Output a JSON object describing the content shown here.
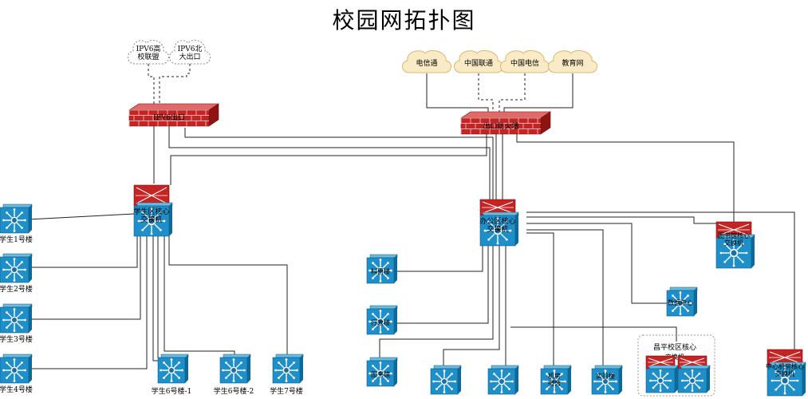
{
  "title": "校园网拓扑图",
  "colors": {
    "switch_blue": "#1E8FC8",
    "firewall_red": "#C42424",
    "cloud_fill": "#FAEBC6",
    "line": "#222222"
  },
  "ipv6_clouds": [
    "IPV6高\n校联盟",
    "IPV6北\n大出口"
  ],
  "isp_clouds": [
    "电信通",
    "中国联通",
    "中国电信",
    "教育网"
  ],
  "firewalls": {
    "ipv6": "IPV6出口",
    "main": "出口防火墙"
  },
  "core_switches": {
    "student": "学生区核心\n交换机",
    "office": "办公区核心\n交换机"
  },
  "student_left": [
    "学生1号楼",
    "学生2号楼",
    "学生3号楼",
    "学生4号楼"
  ],
  "student_bottom": [
    "学生6号楼-1",
    "学生6号楼-2",
    "学生7号楼"
  ],
  "office_left": [
    "科研楼",
    "行政楼",
    "图书馆"
  ],
  "office_bottom": [
    "",
    "",
    "机房\n宿舍",
    "实验楼"
  ],
  "right_switches": {
    "upper": "图书馆核心\n交换机",
    "mid": "数据中心",
    "far": "中心机房核心\n交换机"
  },
  "changping": {
    "label": "昌平校区核心",
    "sub": "交换机"
  }
}
